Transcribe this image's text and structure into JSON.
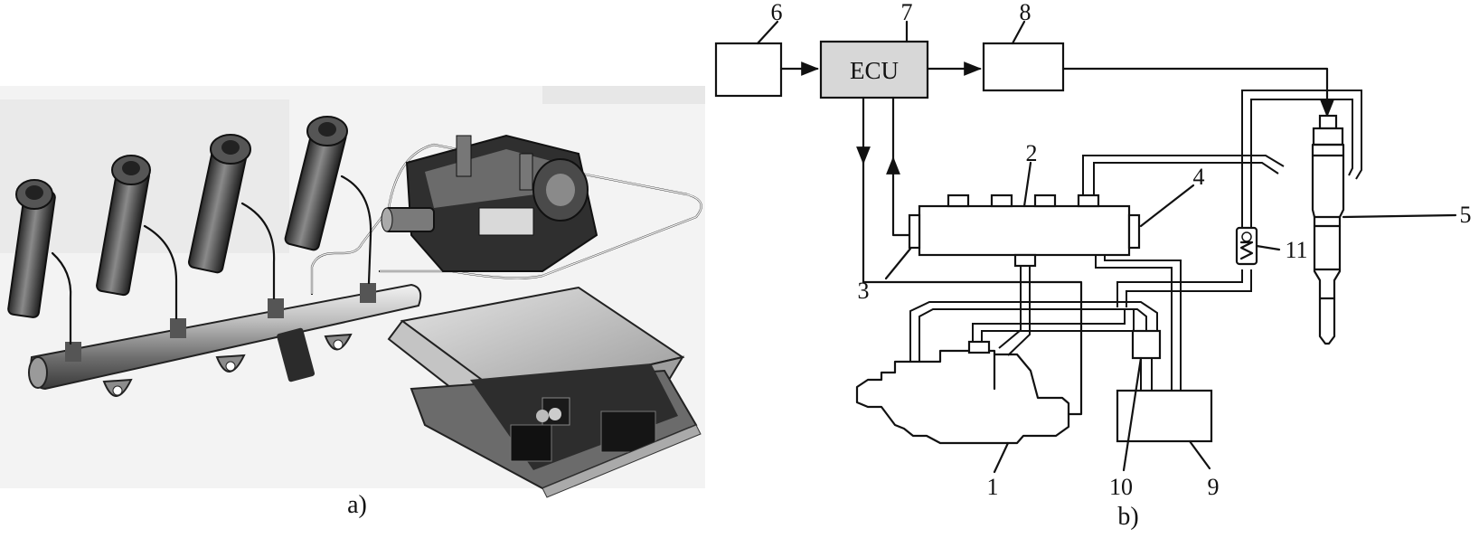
{
  "panel_a": {
    "caption": "a)"
  },
  "panel_b": {
    "caption": "b)",
    "ecu_label": "ECU",
    "callouts": {
      "n1": "1",
      "n2": "2",
      "n3": "3",
      "n4": "4",
      "n5": "5",
      "n6": "6",
      "n7": "7",
      "n8": "8",
      "n9": "9",
      "n10": "10",
      "n11": "11"
    }
  },
  "colors": {
    "ecu_fill": "#d7d7d7",
    "line": "#111111",
    "photo_light": "#e9e9e9",
    "photo_dark": "#2a2a2a"
  }
}
